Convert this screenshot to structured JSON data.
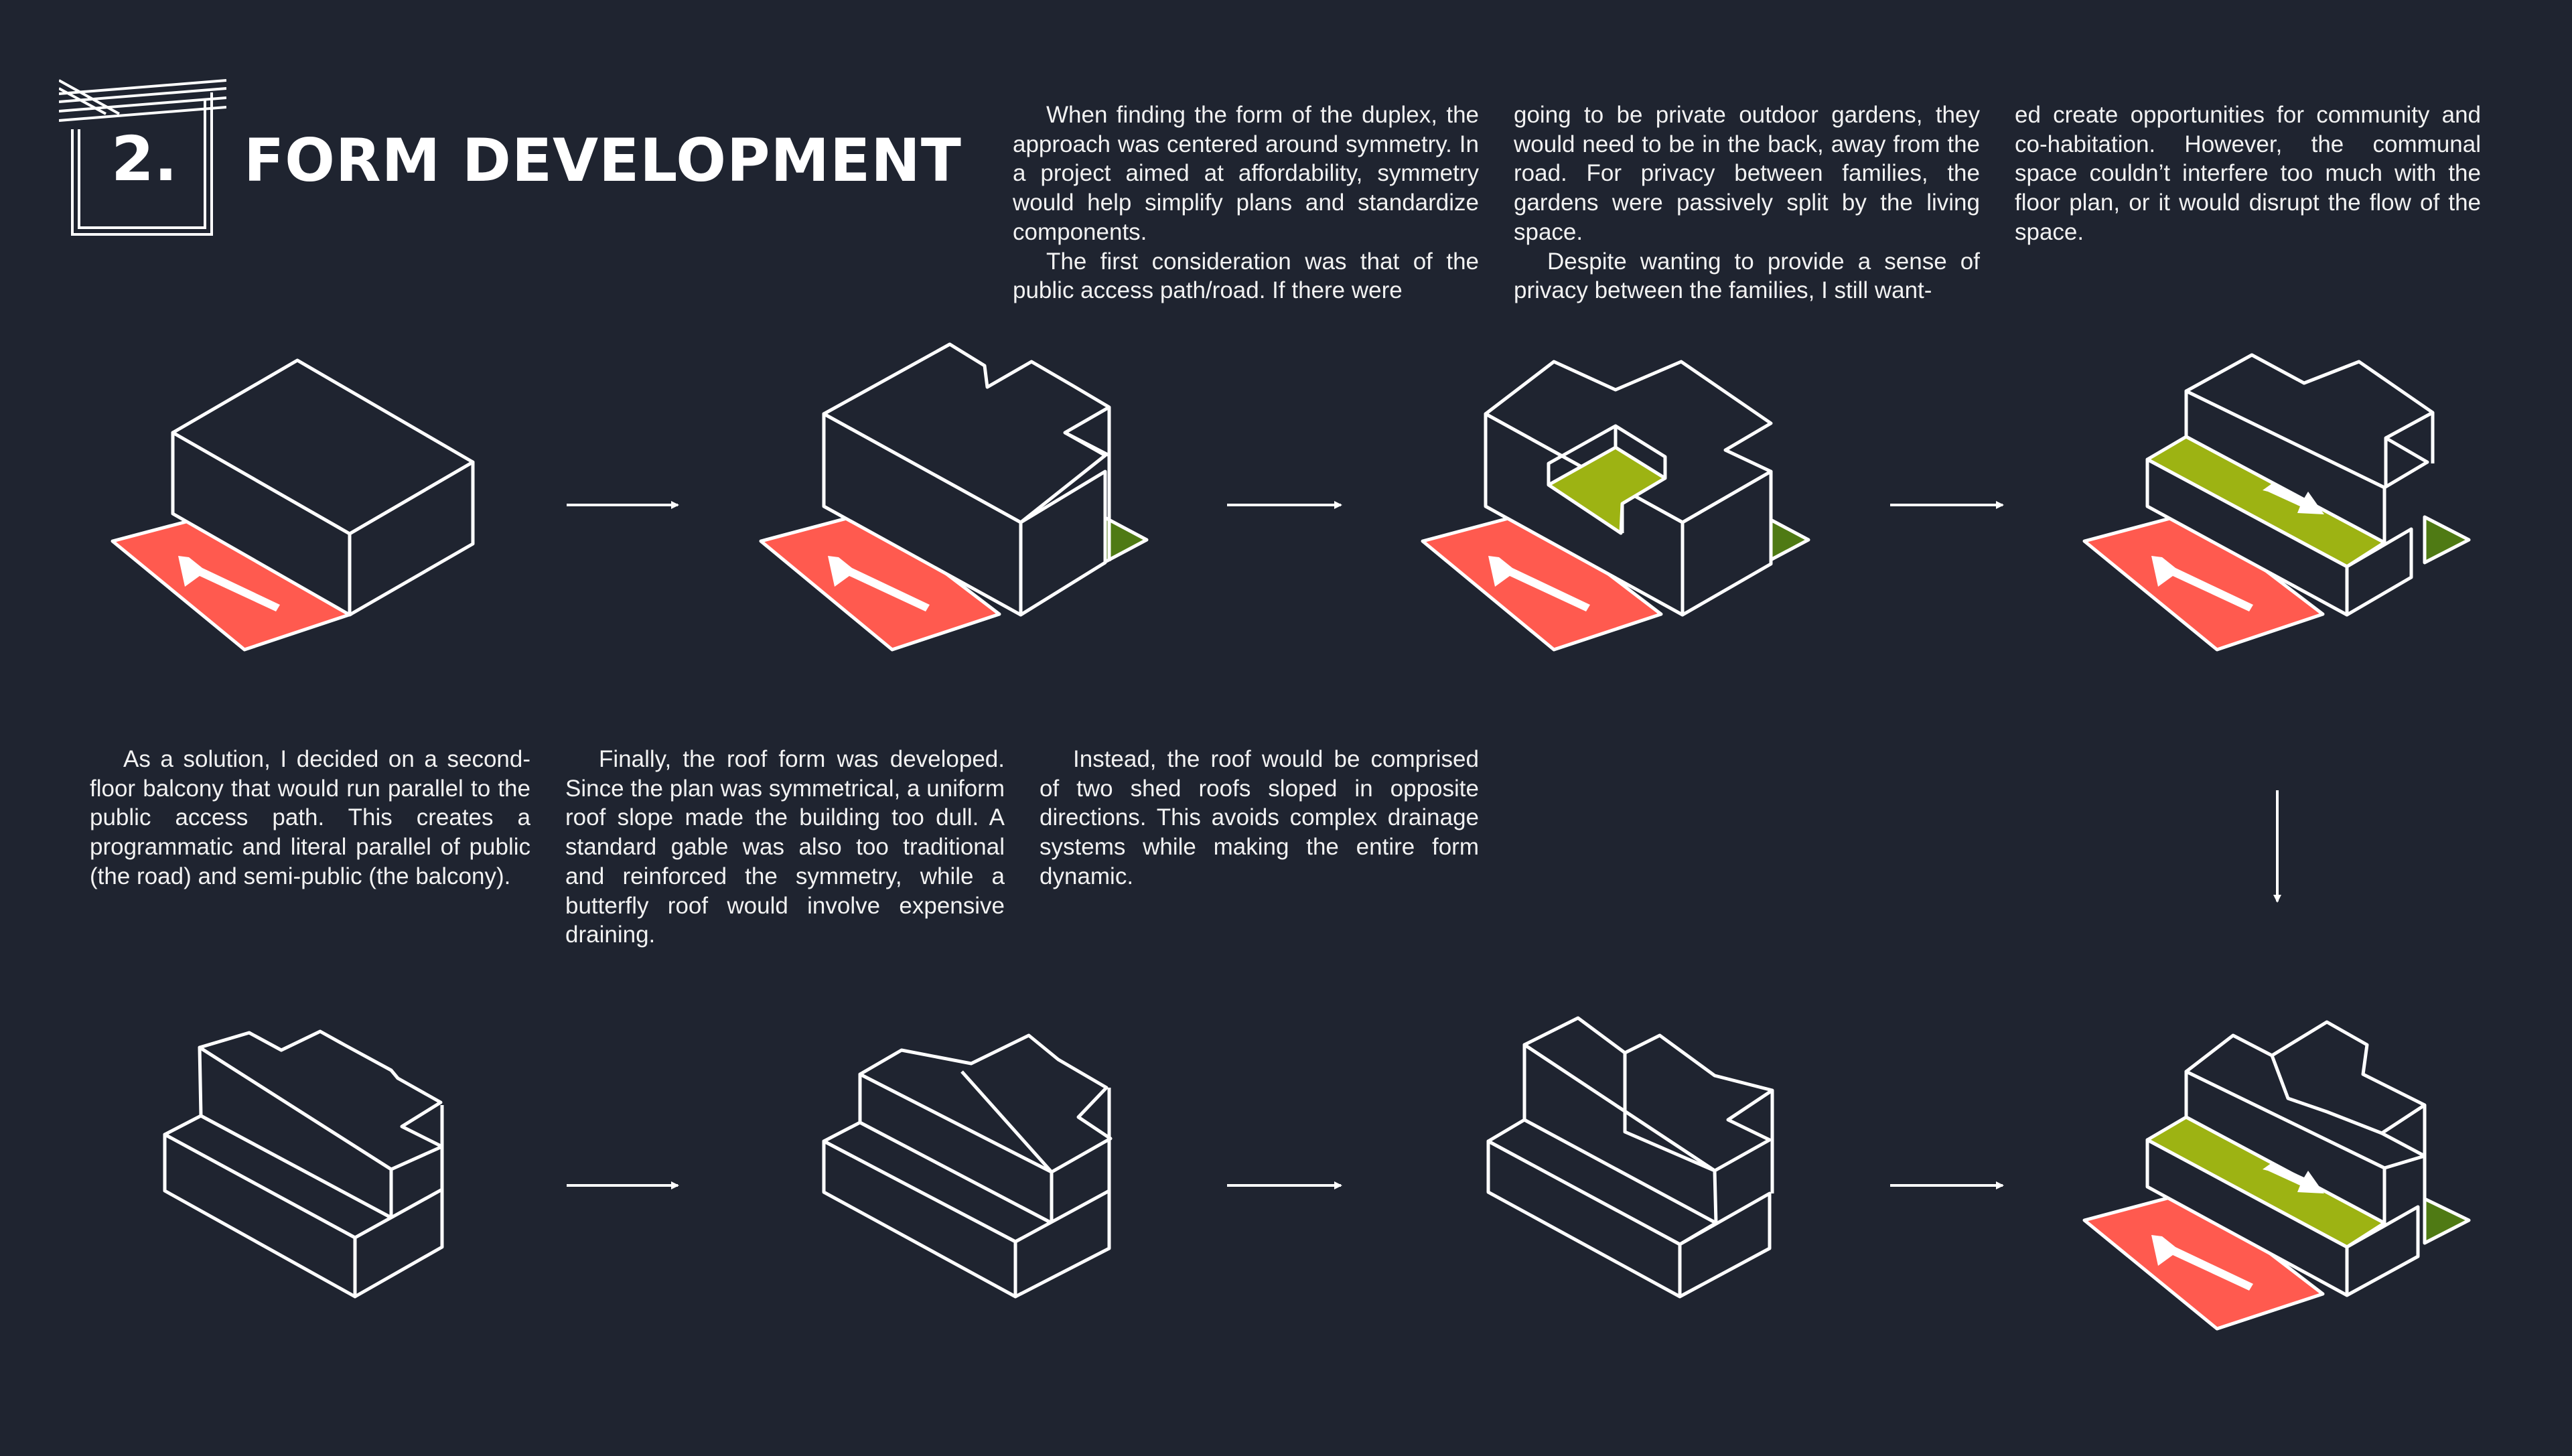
{
  "header": {
    "number": "2.",
    "title": "FORM DEVELOPMENT"
  },
  "top_columns": [
    {
      "paragraphs": [
        "When finding the form of the duplex, the approach was centered around sym­metry. In a project aimed at affordabil­ity, symmetry would help simplify plans and standardize components.",
        "The first consideration was that of the public access path/road. If there were"
      ]
    },
    {
      "paragraphs": [
        "going to be private outdoor gardens, they would need to be in the back, away from the road. For privacy between families, the gardens were passively split by the living space.",
        "Despite wanting to provide a sense of privacy between the families, I still want-"
      ]
    },
    {
      "paragraphs": [
        "ed create opportunities for community and co-habitation. However, the com­munal space couldn’t interfere too much with the floor plan, or it would disrupt the flow of the space."
      ]
    }
  ],
  "bottom_columns": [
    {
      "paragraphs": [
        "As a solution, I decided on a sec­ond-floor balcony that would run par­allel to the public access path. This creates a programmatic and literal par­allel of public (the road) and semi-pub­lic (the balcony)."
      ]
    },
    {
      "paragraphs": [
        "Finally, the roof form was devel­oped. Since the plan was symmetrical, a uniform roof slope made the build­ing too dull. A standard gable was also too traditional and reinforced the sym­metry, while a butterfly roof would in­volve expensive draining."
      ]
    },
    {
      "paragraphs": [
        "Instead, the roof would be com­prised of two shed roofs sloped in op­posite directions. This avoids complex drainage systems while making the en­tire form dynamic."
      ]
    }
  ],
  "colors": {
    "background": "#1f2430",
    "road": "#ff5a4f",
    "garden": "#4f7a14",
    "balcony": "#9db313",
    "line": "#ffffff"
  }
}
